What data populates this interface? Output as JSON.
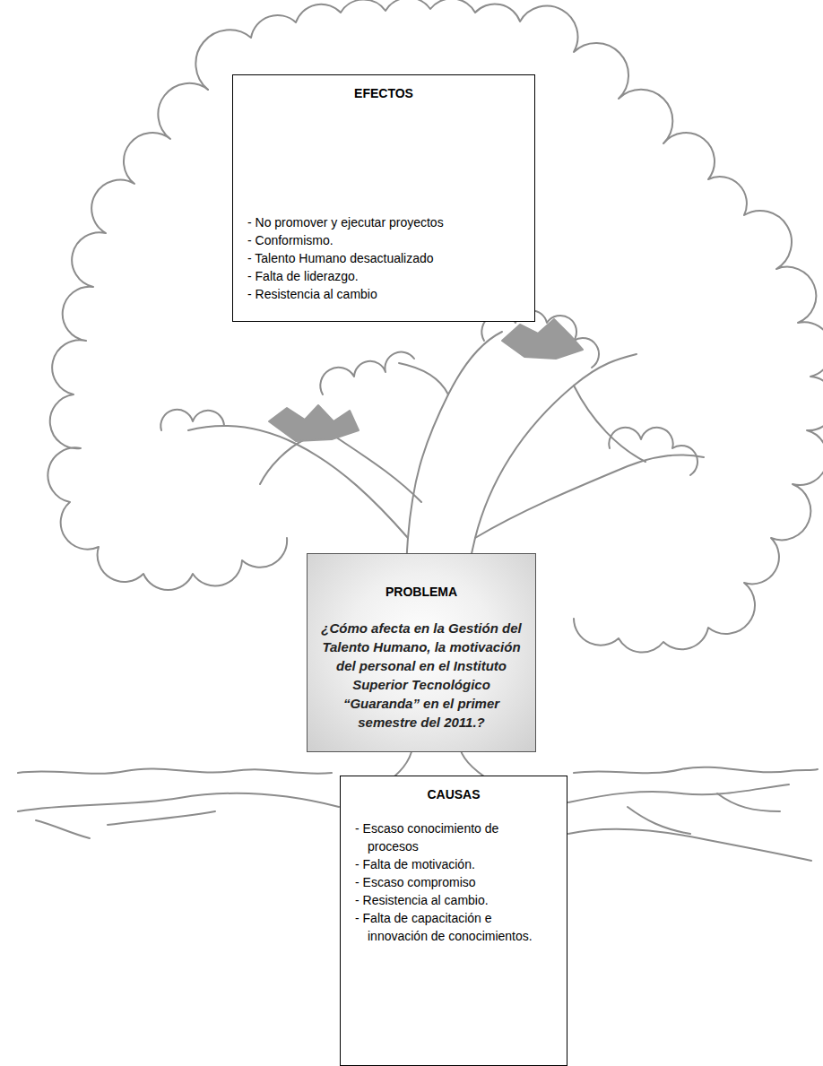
{
  "diagram": {
    "nodes": [
      {
        "text": [
          "EFECTOS",
          "- No promover y ejecutar proyectos",
          "- Conformismo.",
          "- Talento Humano desactualizado",
          "- Falta de liderazgo.",
          "- Resistencia al cambio"
        ]
      },
      {
        "text": [
          "PROBLEMA",
          "¿Cómo afecta en la Gestión del Talento Humano, la motivación del personal en el Instituto Superior Tecnológico “Guaranda” en el primer semestre del 2011.?"
        ]
      },
      {
        "text": [
          "CAUSAS",
          "- Escaso conocimiento de procesos",
          "- Falta de motivación.",
          "- Escaso compromiso",
          "- Resistencia al cambio.",
          "- Falta de capacitación e innovación de conocimientos."
        ]
      }
    ]
  }
}
